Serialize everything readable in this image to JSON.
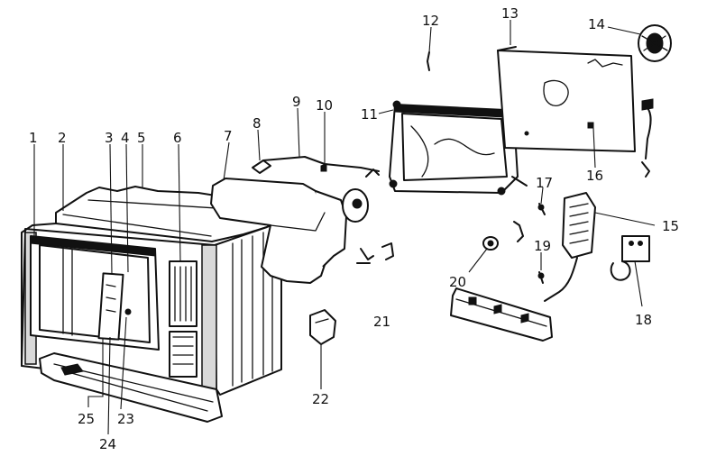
{
  "callouts": [
    {
      "id": "c1",
      "label": "1"
    },
    {
      "id": "c2",
      "label": "2"
    },
    {
      "id": "c3",
      "label": "3"
    },
    {
      "id": "c4",
      "label": "4"
    },
    {
      "id": "c5",
      "label": "5"
    },
    {
      "id": "c6",
      "label": "6"
    },
    {
      "id": "c7",
      "label": "7"
    },
    {
      "id": "c8",
      "label": "8"
    },
    {
      "id": "c9",
      "label": "9"
    },
    {
      "id": "c10",
      "label": "10"
    },
    {
      "id": "c11",
      "label": "11"
    },
    {
      "id": "c12",
      "label": "12"
    },
    {
      "id": "c13",
      "label": "13"
    },
    {
      "id": "c14",
      "label": "14"
    },
    {
      "id": "c15",
      "label": "15"
    },
    {
      "id": "c16",
      "label": "16"
    },
    {
      "id": "c17",
      "label": "17"
    },
    {
      "id": "c18",
      "label": "18"
    },
    {
      "id": "c19",
      "label": "19"
    },
    {
      "id": "c20",
      "label": "20"
    },
    {
      "id": "c21",
      "label": "21"
    },
    {
      "id": "c22",
      "label": "22"
    },
    {
      "id": "c23",
      "label": "23"
    },
    {
      "id": "c24",
      "label": "24"
    },
    {
      "id": "c25",
      "label": "25"
    }
  ]
}
